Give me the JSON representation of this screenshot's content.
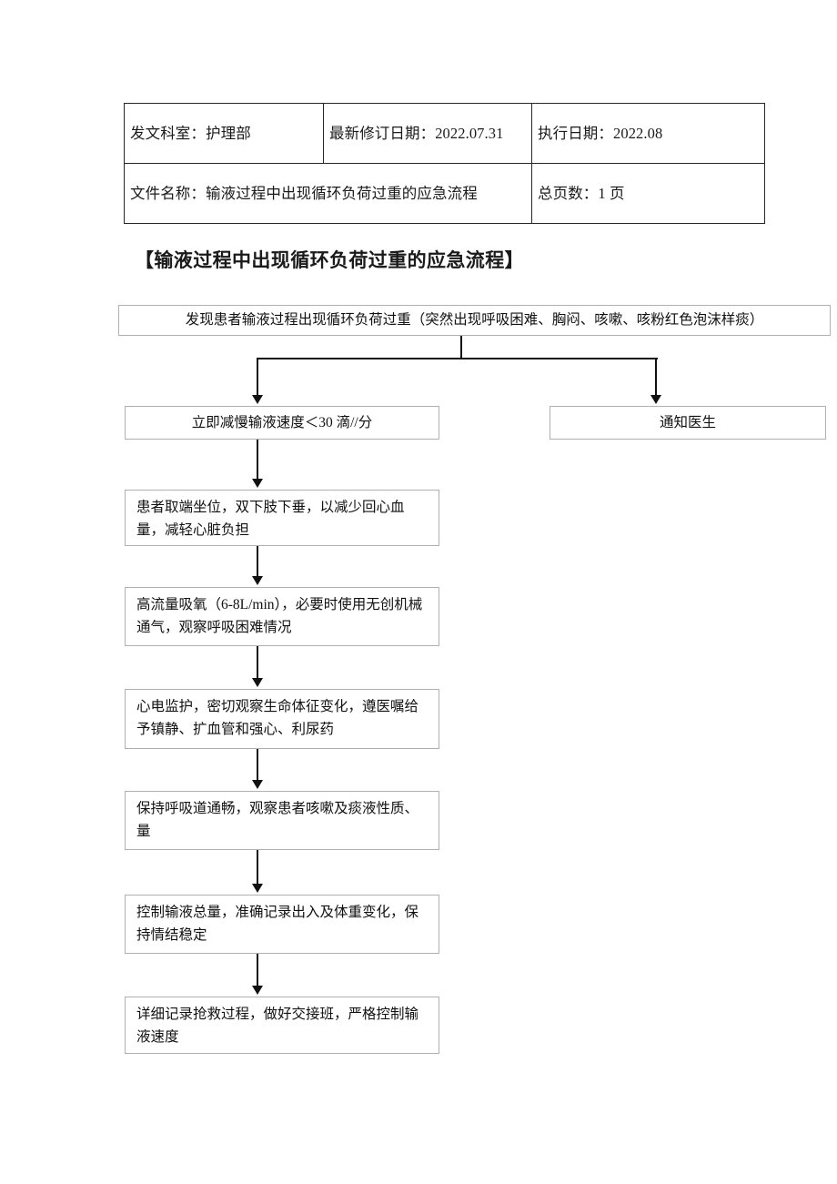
{
  "document": {
    "header_table": {
      "rows": [
        [
          "发文科室：护理部",
          "最新修订日期：2022.07.31",
          "执行日期：2022.08"
        ],
        [
          "文件名称：输液过程中出现循环负荷过重的应急流程",
          "总页数：1 页"
        ]
      ]
    },
    "title": "【输液过程中出现循环负荷过重的应急流程】"
  },
  "chart_data": {
    "type": "diagram",
    "title": "【输液过程中出现循环负荷过重的应急流程】",
    "nodes": [
      {
        "id": "n-top",
        "label": "发现患者输液过程出现循环负荷过重（突然出现呼吸困难、胸闷、咳嗽、咳粉红色泡沫样痰）"
      },
      {
        "id": "n-slow",
        "label": "立即减慢输液速度＜30 滴//分"
      },
      {
        "id": "n-notify",
        "label": "通知医生"
      },
      {
        "id": "n-pos",
        "label": "患者取端坐位，双下肢下垂，以减少回心血量，减轻心脏负担"
      },
      {
        "id": "n-oxy",
        "label": "高流量吸氧（6-8L/min），必要时使用无创机械通气，观察呼吸困难情况"
      },
      {
        "id": "n-ecg",
        "label": "心电监护，密切观察生命体征变化，遵医嘱给予镇静、扩血管和强心、利尿药"
      },
      {
        "id": "n-airway",
        "label": "保持呼吸道通畅，观察患者咳嗽及痰液性质、量"
      },
      {
        "id": "n-volume",
        "label": "控制输液总量，准确记录出入及体重变化，保持情结稳定"
      },
      {
        "id": "n-record",
        "label": "详细记录抢救过程，做好交接班，严格控制输液速度"
      }
    ],
    "edges": [
      {
        "from": "n-top",
        "to": "n-slow"
      },
      {
        "from": "n-top",
        "to": "n-notify"
      },
      {
        "from": "n-slow",
        "to": "n-pos"
      },
      {
        "from": "n-pos",
        "to": "n-oxy"
      },
      {
        "from": "n-oxy",
        "to": "n-ecg"
      },
      {
        "from": "n-ecg",
        "to": "n-airway"
      },
      {
        "from": "n-airway",
        "to": "n-volume"
      },
      {
        "from": "n-volume",
        "to": "n-record"
      }
    ],
    "colors": {
      "node_border": "#b0b0b0",
      "connector": "#111111",
      "table_border": "#262626",
      "text": "#111111",
      "background": "#ffffff"
    }
  }
}
